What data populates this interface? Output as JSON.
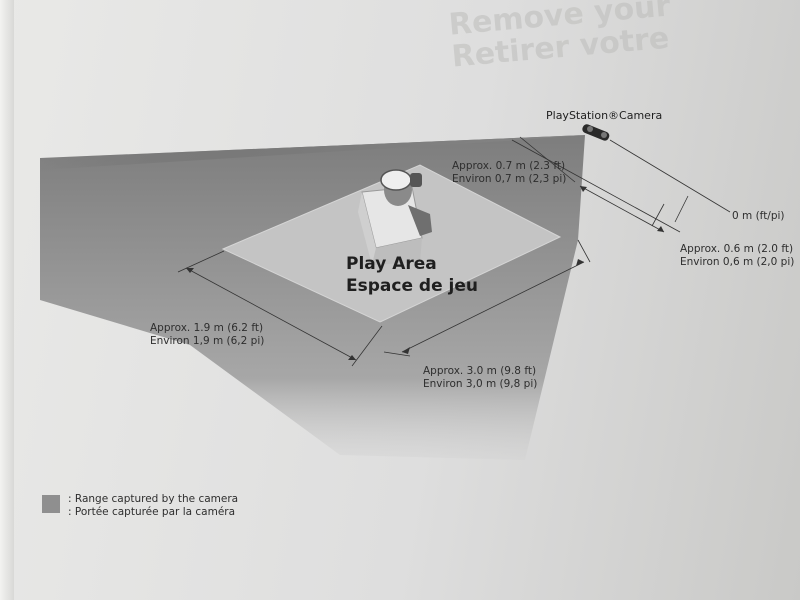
{
  "camera_label": "PlayStation®Camera",
  "play_area": {
    "en": "Play Area",
    "fr": "Espace de jeu"
  },
  "dimensions": {
    "near_limit": {
      "en": "Approx. 0.7 m (2.3 ft)",
      "fr": "Environ 0,7 m (2,3 pi)"
    },
    "zero": "0 m (ft/pi)",
    "offset": {
      "en": "Approx. 0.6 m (2.0 ft)",
      "fr": "Environ 0,6 m (2,0 pi)"
    },
    "width": {
      "en": "Approx. 1.9 m (6.2 ft)",
      "fr": "Environ 1,9 m (6,2 pi)"
    },
    "depth": {
      "en": "Approx. 3.0 m (9.8 ft)",
      "fr": "Environ 3,0 m (9,8 pi)"
    }
  },
  "legend": {
    "en": ": Range captured by the camera",
    "fr": ": Portée capturée par la caméra"
  },
  "heading_ghost": {
    "line1": "Remove your",
    "line2": "Retirer votre"
  },
  "colors": {
    "range": "#8f8f8f",
    "floor": "#b8b8b8",
    "text": "#2e2e2e"
  }
}
